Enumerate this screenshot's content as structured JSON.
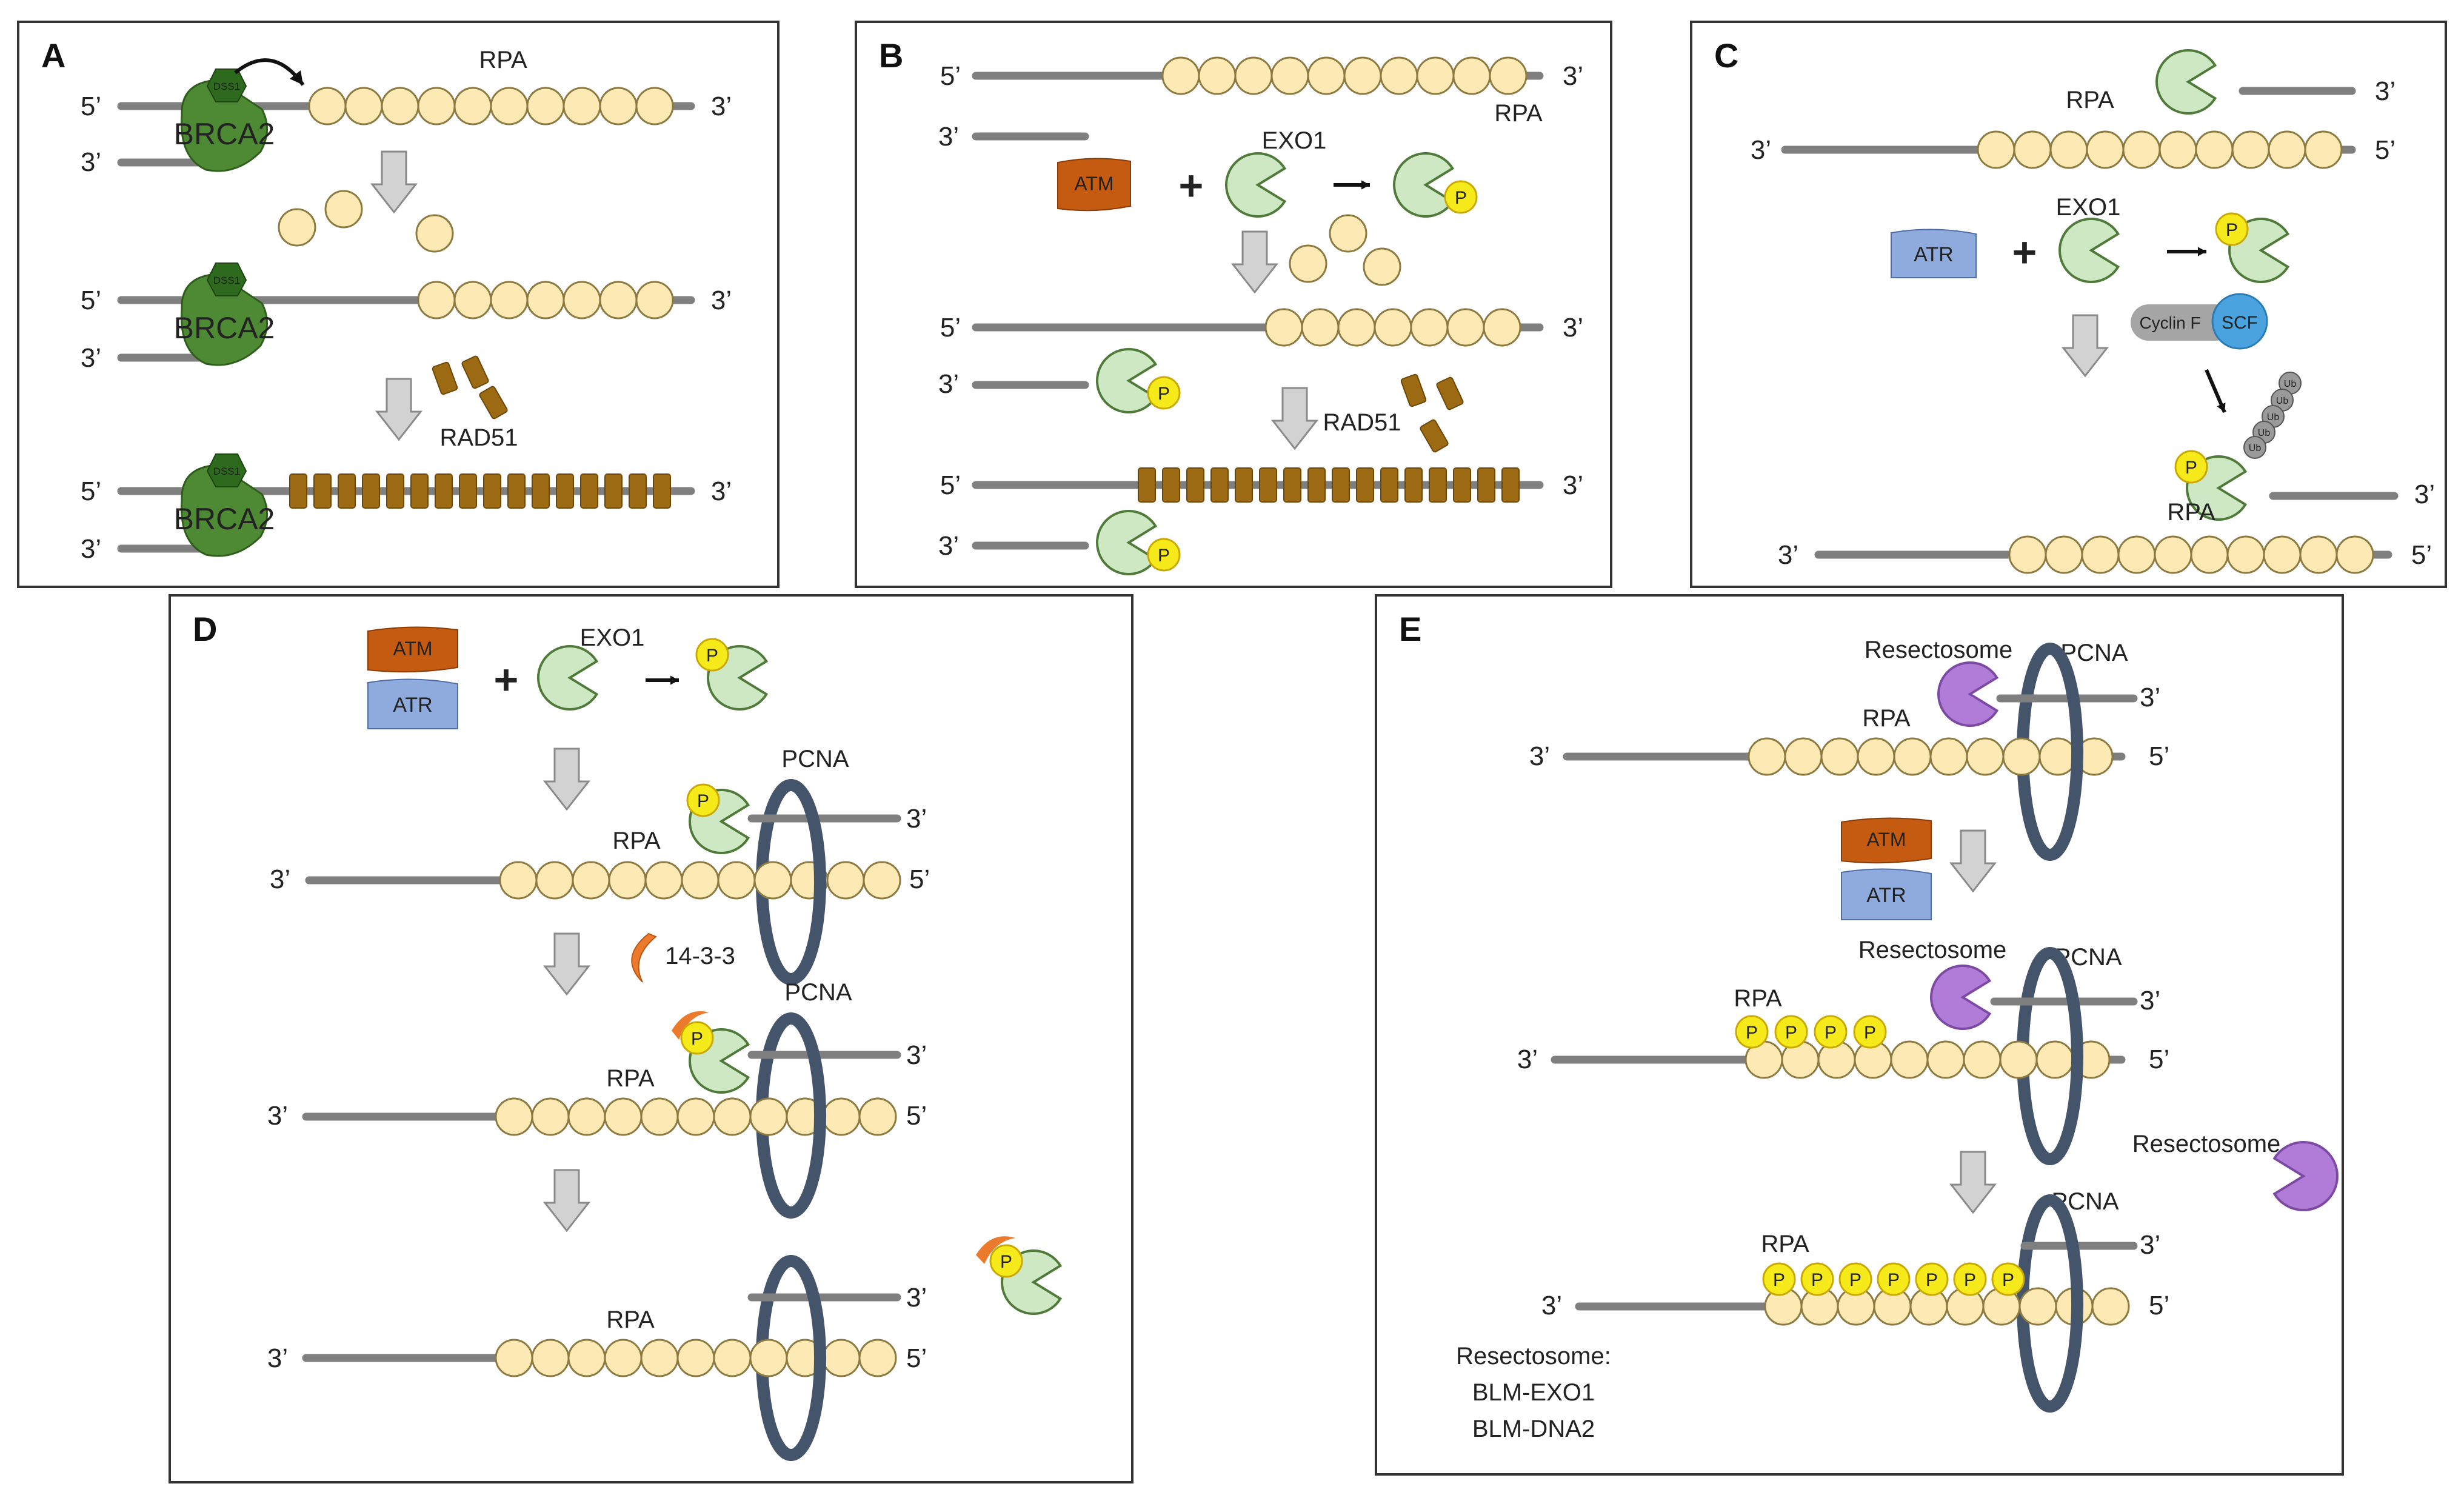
{
  "panels": [
    {
      "id": "A",
      "letter": "A"
    },
    {
      "id": "B",
      "letter": "B"
    },
    {
      "id": "C",
      "letter": "C"
    },
    {
      "id": "D",
      "letter": "D"
    },
    {
      "id": "E",
      "letter": "E"
    }
  ],
  "labels": {
    "five_prime": "5’",
    "three_prime": "3’",
    "rpa": "RPA",
    "rad51": "RAD51",
    "brca2": "BRCA2",
    "dss1": "DSS1",
    "exo1": "EXO1",
    "atm": "ATM",
    "atr": "ATR",
    "plus": "+",
    "phospho": "P",
    "cyclin_f": "Cyclin F",
    "scf": "SCF",
    "ub": "Ub",
    "pcna": "PCNA",
    "protein_1433": "14-3-3",
    "resectosome": "Resectosome",
    "resectosome_legend_title": "Resectosome:",
    "resectosome_legend_1": "BLM-EXO1",
    "resectosome_legend_2": "BLM-DNA2"
  },
  "colors": {
    "dna": "#7f7f7f",
    "rpa_fill": "#fde9b4",
    "rpa_stroke": "#8c7a40",
    "rad51": "#9c6a12",
    "brca2": "#4e8a33",
    "exo1_fill": "#cfe8c4",
    "exo1_stroke": "#4f7a3a",
    "phospho": "#f7ea1b",
    "atm": "#c55a11",
    "atr": "#8faadc",
    "pcna": "#44546a",
    "resectosome": "#b07cd8",
    "arrow_fill": "#d2d2d2",
    "arrow_stroke": "#8a8a8a",
    "scf": "#4aa3df",
    "cyclin": "#a5a5a5",
    "protein_1433": "#ec7a2c"
  }
}
